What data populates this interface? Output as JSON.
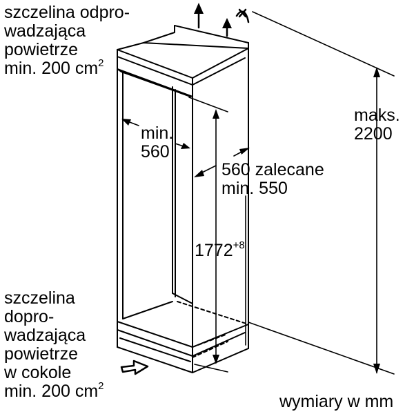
{
  "labels": {
    "top_vent": [
      "szczelina odpro-",
      "wadzająca",
      "powietrze",
      "min. 200 cm"
    ],
    "top_vent_sup": "2",
    "bottom_vent": [
      "szczelina",
      "dopro-",
      "wadzająca",
      "powietrze",
      "w cokole",
      "min. 200 cm"
    ],
    "bottom_vent_sup": "2",
    "width_min": [
      "min.",
      "560"
    ],
    "depth": [
      "560 zalecane",
      "min. 550"
    ],
    "max_height": [
      "maks.",
      "2200"
    ],
    "height": "1772",
    "height_sup": "+8",
    "units": "wymiary w mm"
  }
}
